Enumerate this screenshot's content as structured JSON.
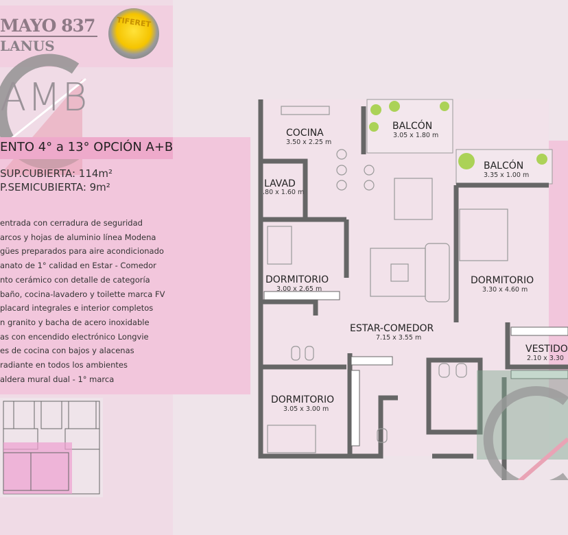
{
  "header": {
    "title": "MAYO 837",
    "subtitle": "LANUS",
    "badge": "TIFERET"
  },
  "amb_label": "AMB",
  "option_title": "ENTO 4° a 13° OPCIÓN A+B",
  "surfaces": {
    "cubierta": "SUP.CUBIERTA: 114m²",
    "semicubierta": "P.SEMICUBIERTA: 9m²"
  },
  "features": [
    "entrada con cerradura de seguridad",
    "arcos y hojas de aluminio línea Modena",
    "gües preparados para aire acondicionado",
    "anato de 1° calidad en Estar - Comedor",
    "nto cerámico con detalle de categoría",
    "baño, cocina-lavadero y toilette marca FV",
    "placard integrales e interior completos",
    "n granito y bacha de acero inoxidable",
    "as con encendido electrónico Longvie",
    "es de cocina con bajos y alacenas",
    "radiante en todos los ambientes",
    "aldera mural dual - 1° marca"
  ],
  "rooms": [
    {
      "name": "COCINA",
      "dims": "3.50 x 2.25 m"
    },
    {
      "name": "BALCÓN",
      "dims": "3.05 x 1.80 m"
    },
    {
      "name": "BALCÓN",
      "dims": "3.35 x 1.00 m"
    },
    {
      "name": "LAVAD",
      "dims": ".80 x 1.60 m"
    },
    {
      "name": "DORMITORIO",
      "dims": "3.00 x 2.65 m"
    },
    {
      "name": "DORMITORIO",
      "dims": "3.30 x 4.60 m"
    },
    {
      "name": "ESTAR-COMEDOR",
      "dims": "7.15 x 3.55 m"
    },
    {
      "name": "VESTIDO",
      "dims": "2.10 x 3.30"
    },
    {
      "name": "DORMITORIO",
      "dims": "3.05 x 3.00 m"
    }
  ]
}
